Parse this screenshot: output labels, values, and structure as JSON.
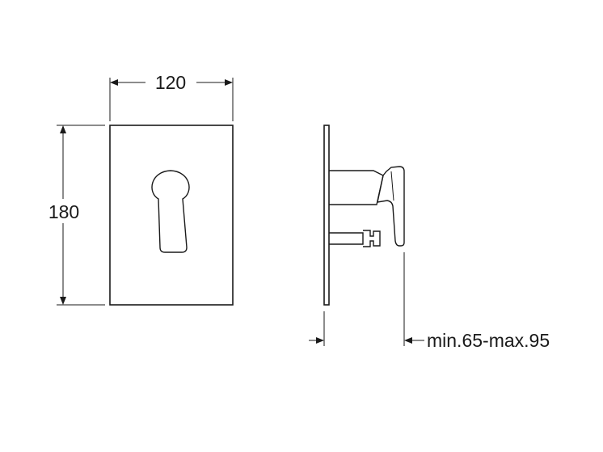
{
  "dimensions": {
    "width_label": "120",
    "height_label": "180",
    "depth_label": "min.65-max.95"
  },
  "colors": {
    "line": "#1a1a1a",
    "background": "#ffffff"
  }
}
